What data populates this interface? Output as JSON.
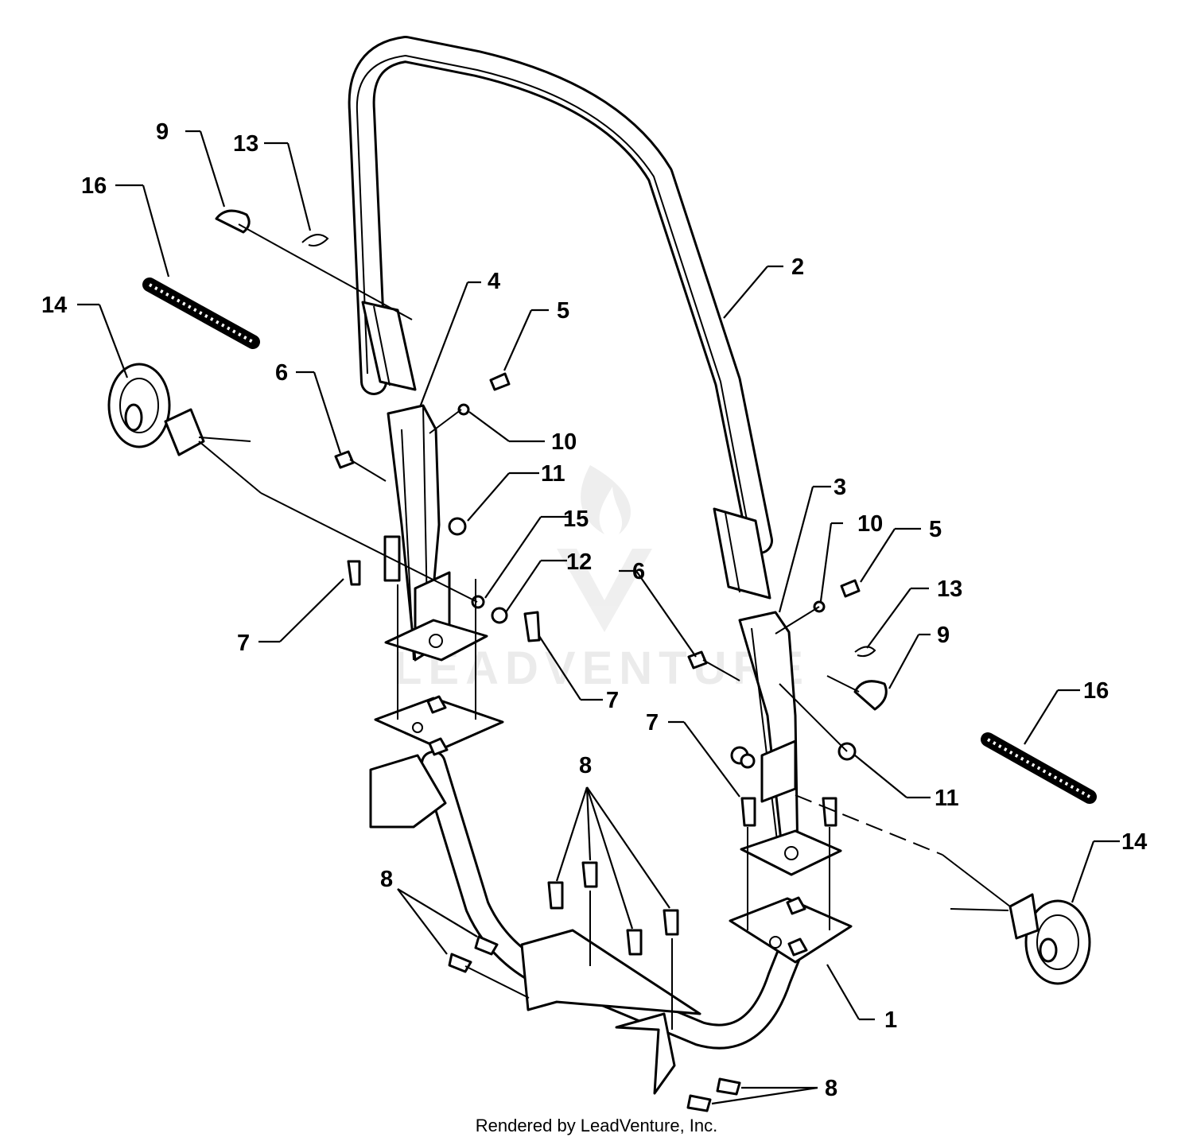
{
  "diagram": {
    "callouts": [
      {
        "id": "c2",
        "text": "2"
      },
      {
        "id": "c4",
        "text": "4"
      },
      {
        "id": "c5a",
        "text": "5"
      },
      {
        "id": "c5b",
        "text": "5"
      },
      {
        "id": "c3",
        "text": "3"
      },
      {
        "id": "c9a",
        "text": "9"
      },
      {
        "id": "c9b",
        "text": "9"
      },
      {
        "id": "c13a",
        "text": "13"
      },
      {
        "id": "c13b",
        "text": "13"
      },
      {
        "id": "c16a",
        "text": "16"
      },
      {
        "id": "c16b",
        "text": "16"
      },
      {
        "id": "c14a",
        "text": "14"
      },
      {
        "id": "c14b",
        "text": "14"
      },
      {
        "id": "c6a",
        "text": "6"
      },
      {
        "id": "c6b",
        "text": "6"
      },
      {
        "id": "c10a",
        "text": "10"
      },
      {
        "id": "c10b",
        "text": "10"
      },
      {
        "id": "c11a",
        "text": "11"
      },
      {
        "id": "c11b",
        "text": "11"
      },
      {
        "id": "c15",
        "text": "15"
      },
      {
        "id": "c12",
        "text": "12"
      },
      {
        "id": "c7a",
        "text": "7"
      },
      {
        "id": "c7b",
        "text": "7"
      },
      {
        "id": "c7c",
        "text": "7"
      },
      {
        "id": "c8a",
        "text": "8"
      },
      {
        "id": "c8b",
        "text": "8"
      },
      {
        "id": "c8c",
        "text": "8"
      },
      {
        "id": "c1",
        "text": "1"
      }
    ],
    "watermark": "LEADVENTURE",
    "footer": "Rendered by LeadVenture, Inc."
  }
}
